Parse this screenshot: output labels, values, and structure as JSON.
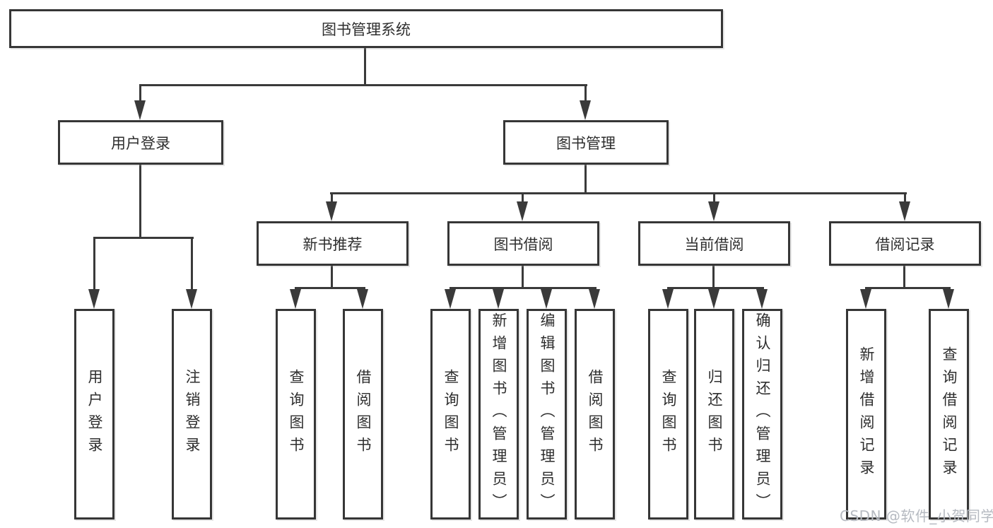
{
  "chart": {
    "type": "org-hierarchy-diagram",
    "root": "图书管理系统",
    "level2": [
      "用户登录",
      "图书管理"
    ],
    "level3": [
      "新书推荐",
      "图书借阅",
      "当前借阅",
      "借阅记录"
    ],
    "leaves": {
      "login": [
        "用户登录",
        "注销登录"
      ],
      "recommend": [
        "查询图书",
        "借阅图书"
      ],
      "borrow": [
        "查询图书",
        "新增图书（管理员）",
        "编辑图书（管理员）",
        "借阅图书"
      ],
      "current": [
        "查询图书",
        "归还图书",
        "确认归还（管理员）"
      ],
      "records": [
        "新增借阅记录",
        "查询借阅记录"
      ]
    },
    "edges": [
      [
        "图书管理系统",
        "用户登录"
      ],
      [
        "图书管理系统",
        "图书管理"
      ],
      [
        "用户登录",
        "用户登录"
      ],
      [
        "用户登录",
        "注销登录"
      ],
      [
        "图书管理",
        "新书推荐"
      ],
      [
        "图书管理",
        "图书借阅"
      ],
      [
        "图书管理",
        "当前借阅"
      ],
      [
        "图书管理",
        "借阅记录"
      ],
      [
        "新书推荐",
        "查询图书"
      ],
      [
        "新书推荐",
        "借阅图书"
      ],
      [
        "图书借阅",
        "查询图书"
      ],
      [
        "图书借阅",
        "新增图书（管理员）"
      ],
      [
        "图书借阅",
        "编辑图书（管理员）"
      ],
      [
        "图书借阅",
        "借阅图书"
      ],
      [
        "当前借阅",
        "查询图书"
      ],
      [
        "当前借阅",
        "归还图书"
      ],
      [
        "当前借阅",
        "确认归还（管理员）"
      ],
      [
        "借阅记录",
        "新增借阅记录"
      ],
      [
        "借阅记录",
        "查询借阅记录"
      ]
    ]
  },
  "watermark": "CSDN @软件_小贺同学",
  "colors": {
    "line": "#3a3a3a",
    "box_border": "#363636",
    "box_bg": "#ffffff",
    "text": "#2e2e2e",
    "watermark": "#b6bac1",
    "page_bg": "#ffffff"
  }
}
